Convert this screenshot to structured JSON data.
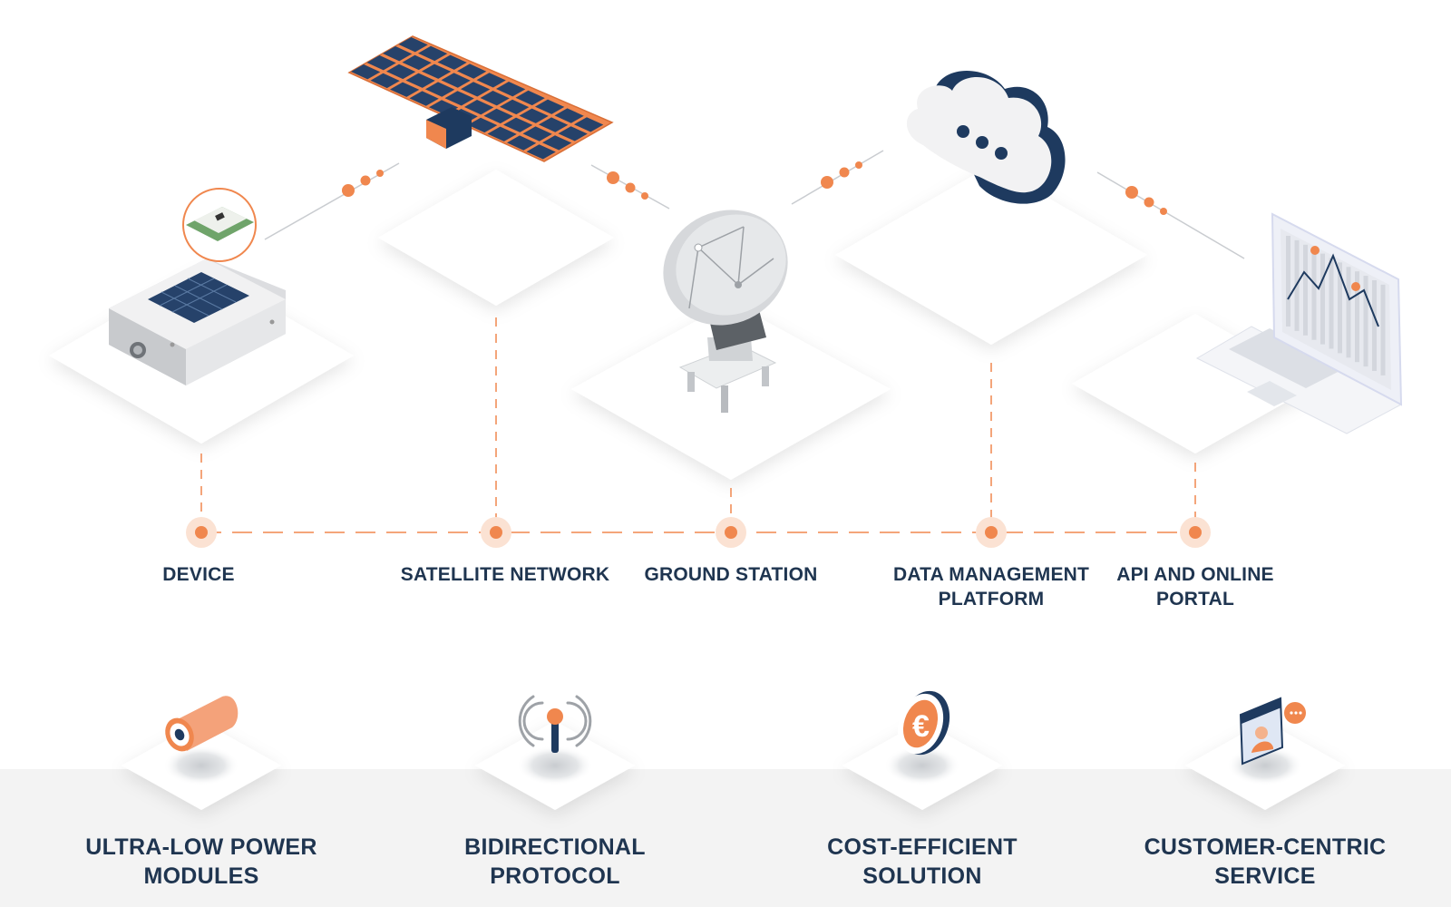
{
  "pipeline": {
    "steps": [
      {
        "label": "DEVICE"
      },
      {
        "label": "SATELLITE NETWORK"
      },
      {
        "label": "GROUND STATION"
      },
      {
        "label": "DATA MANAGEMENT\nPLATFORM"
      },
      {
        "label": "API AND ONLINE\nPORTAL"
      }
    ]
  },
  "features": [
    {
      "label": "ULTRA-LOW POWER\nMODULES",
      "icon": "battery-icon"
    },
    {
      "label": "BIDIRECTIONAL\nPROTOCOL",
      "icon": "antenna-icon"
    },
    {
      "label": "COST-EFFICIENT\nSOLUTION",
      "icon": "euro-coin-icon"
    },
    {
      "label": "CUSTOMER-CENTRIC\nSERVICE",
      "icon": "support-agent-icon"
    }
  ],
  "colors": {
    "accent": "#f0874e",
    "navy": "#1f3550",
    "panel": "#1e3a5f",
    "tile": "#ffffff",
    "band": "#f3f3f3"
  }
}
